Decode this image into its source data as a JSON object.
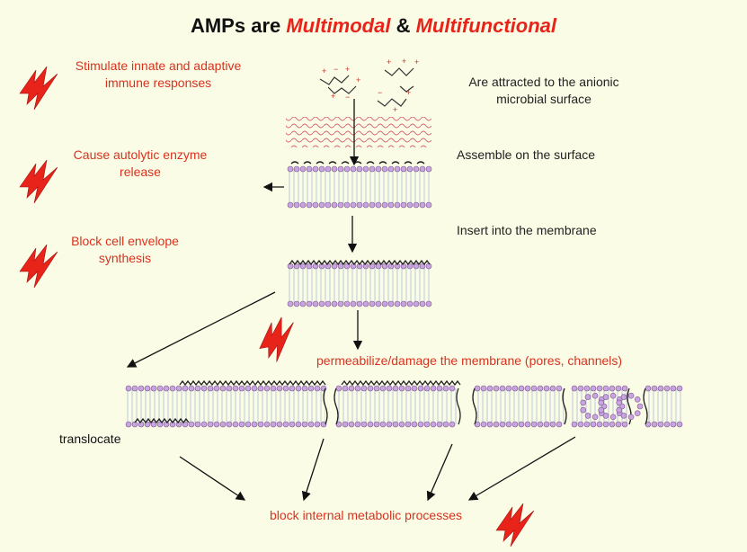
{
  "title": {
    "prefix": "AMPs are ",
    "word1": "Multimodal",
    "amp": " & ",
    "word2": "Multifunctional"
  },
  "left_functions": [
    {
      "line1": "Stimulate innate and adaptive",
      "line2": "immune responses"
    },
    {
      "line1": "Cause autolytic enzyme",
      "line2": "release"
    },
    {
      "line1": "Block cell envelope",
      "line2": "synthesis"
    }
  ],
  "steps": [
    {
      "line1": "Are attracted to the anionic",
      "line2": "microbial surface"
    },
    {
      "line1": "Assemble on the surface"
    },
    {
      "line1": "Insert into the membrane"
    }
  ],
  "permeabilize_label": "permeabilize/damage the membrane (pores, channels)",
  "translocate_label": "translocate",
  "block_label": "block internal metabolic processes",
  "colors": {
    "background": "#fbfce6",
    "accent_red": "#e8231a",
    "lipid_head": "#c9a4df",
    "lipid_tail": "#b9c9d6",
    "peptide": "#222222"
  },
  "icons": [
    "lightning-icon"
  ]
}
